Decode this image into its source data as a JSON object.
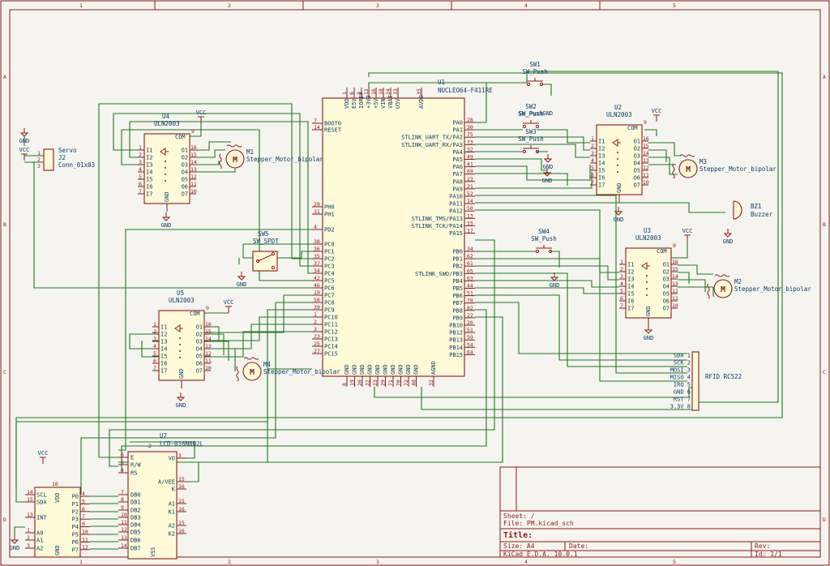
{
  "border": {
    "columns": [
      "1",
      "2",
      "3",
      "4",
      "5"
    ],
    "rows": [
      "A",
      "B",
      "C",
      "D"
    ]
  },
  "mcu": {
    "ref": "U1",
    "value": "NUCLEO64-F411RE",
    "top_pins": [
      "VDD",
      "E5V",
      "IOREF",
      "+3V3",
      "+5V",
      "VIN",
      "VBAT",
      "U5V",
      "AVDD"
    ],
    "top_nums": [
      "1",
      "6",
      "2",
      "12",
      "16",
      "18",
      "24",
      "33",
      "35"
    ],
    "left_pins": [
      "BOOT0",
      "RESET",
      "PH0",
      "PH1",
      "PD2",
      "PC0",
      "PC1",
      "PC2",
      "PC3",
      "PC4",
      "PC5",
      "PC6",
      "PC7",
      "PC8",
      "PC9",
      "PC10",
      "PC11",
      "PC12",
      "PC13",
      "PC14",
      "PC15"
    ],
    "left_nums": [
      "7",
      "14",
      "29",
      "31",
      "4",
      "38",
      "36",
      "35",
      "37",
      "34",
      "42",
      "46",
      "19",
      "50",
      "39",
      "1",
      "2",
      "3",
      "23",
      "25",
      "27"
    ],
    "right_pins": [
      "PA0",
      "PA1",
      "STLINK_UART_TX/PA2",
      "STLINK_UART_RX/PA3",
      "PA4",
      "PA5",
      "PA6",
      "PA7",
      "PA8",
      "PA9",
      "PA10",
      "PA11",
      "PA12",
      "STLINK_TMS/PA13",
      "STLINK_TCK/PA14",
      "PA15",
      "PB0",
      "PB1",
      "PB2",
      "STLINK_SWO/PB3",
      "PB4",
      "PB5",
      "PB6",
      "PB7",
      "PB8",
      "PB9",
      "PB10",
      "PB12",
      "PB13",
      "PB14",
      "PB15"
    ],
    "right_nums": [
      "28",
      "30",
      "75",
      "73",
      "32",
      "49",
      "41",
      "69",
      "23",
      "21",
      "52",
      "14",
      "50",
      "13",
      "15",
      "17",
      "34",
      "62",
      "61",
      "65",
      "63",
      "44",
      "51",
      "78",
      "82",
      "22",
      "20",
      "51",
      "59",
      "54",
      "64"
    ],
    "bottom_pins": [
      "GND",
      "GND",
      "GND",
      "GND",
      "GND",
      "GND",
      "GND",
      "GND",
      "GND",
      "GND",
      "AGND"
    ],
    "bottom_nums": [
      "8",
      "19",
      "20",
      "22",
      "23",
      "29",
      "71",
      "70",
      "72",
      "40",
      "32"
    ]
  },
  "drivers": [
    {
      "ref": "U4",
      "value": "ULN2003"
    },
    {
      "ref": "U2",
      "value": "ULN2003"
    },
    {
      "ref": "U3",
      "value": "ULN2003"
    },
    {
      "ref": "U5",
      "value": "ULN2003"
    }
  ],
  "driver_pins": {
    "inputs": [
      "I1",
      "I2",
      "I3",
      "I4",
      "I5",
      "I6",
      "I7"
    ],
    "outputs": [
      "O1",
      "O2",
      "O3",
      "O4",
      "O5",
      "O6",
      "O7"
    ],
    "in_nums": [
      "1",
      "2",
      "3",
      "4",
      "5",
      "6",
      "7"
    ],
    "out_nums": [
      "16",
      "15",
      "14",
      "13",
      "12",
      "11",
      "10"
    ],
    "com": "COM",
    "com_num": "9",
    "gnd": "GND",
    "gnd_num": "8"
  },
  "motors": [
    {
      "ref": "M1",
      "value": "Stepper_Motor_bipolar"
    },
    {
      "ref": "M3",
      "value": "Stepper_Motor_bipolar"
    },
    {
      "ref": "M2",
      "value": "Stepper_Motor_bipolar"
    },
    {
      "ref": "M4",
      "value": "Stepper_Motor_bipolar"
    }
  ],
  "motor_symbol": "M",
  "switches": [
    {
      "ref": "SW1",
      "value": "SW_Push"
    },
    {
      "ref": "SW2",
      "value": "SW_Push"
    },
    {
      "ref": "SW3",
      "value": "SW_Push"
    },
    {
      "ref": "SW4",
      "value": "SW_Push"
    }
  ],
  "spdt": {
    "ref": "SW5",
    "value": "SW_SPDT"
  },
  "buzzer": {
    "ref": "BZ1",
    "value": "Buzzer"
  },
  "servo": {
    "label": "Servo",
    "ref": "J2",
    "value": "Conn_01x03",
    "pins": [
      "1",
      "2",
      "3"
    ]
  },
  "rfid": {
    "value": "RFID RC522",
    "pins": [
      "SDA 1",
      "SCK 2",
      "MOSI 3",
      "MISO 4",
      "IRQ 5",
      "GND 6",
      "RST 7",
      "3.3V 8"
    ]
  },
  "lcd": {
    "ref": "U7",
    "value": "LCD-016N002L",
    "left_pins": [
      "E",
      "R/W",
      "RS",
      "DB0",
      "DB1",
      "DB2",
      "DB3",
      "DB4",
      "DB5",
      "DB6",
      "DB7"
    ],
    "left_nums": [
      "6",
      "5",
      "4",
      "7",
      "8",
      "9",
      "10",
      "11",
      "12",
      "13",
      "14"
    ],
    "right_pins": [
      "VO",
      "A/VEE",
      "K",
      "A1",
      "K1",
      "A2",
      "K2"
    ],
    "right_nums": [
      "3",
      "15",
      "16",
      "15",
      "16",
      "15",
      "16"
    ],
    "bottom": "VSS",
    "bottom_num": "1",
    "top_num": "2"
  },
  "i2c": {
    "left_pins": [
      "SCL",
      "SDA",
      "INT",
      "A0",
      "A1",
      "A2"
    ],
    "left_nums": [
      "14",
      "15",
      "13",
      "1",
      "2",
      "3"
    ],
    "right_pins": [
      "P0",
      "P1",
      "P2",
      "P3",
      "P4",
      "P5",
      "P6",
      "P7"
    ],
    "right_nums": [
      "4",
      "5",
      "6",
      "7",
      "9",
      "10",
      "11",
      "12"
    ],
    "vdd": "VDD",
    "vdd_num": "16",
    "gnd": "GND",
    "gnd_num": "8"
  },
  "power": {
    "vcc": "VCC",
    "gnd": "GND",
    "swpush_gnd": "SW_PushGND"
  },
  "title_block": {
    "sheet_label": "Sheet: /",
    "file_label": "File: PM.kicad_sch",
    "title_label": "Title:",
    "size_label": "Size: A4",
    "date_label": "Date:",
    "rev_label": "Rev:",
    "tool": "KiCad E.D.A. 10.0.1",
    "id_label": "Id: 1/1"
  }
}
